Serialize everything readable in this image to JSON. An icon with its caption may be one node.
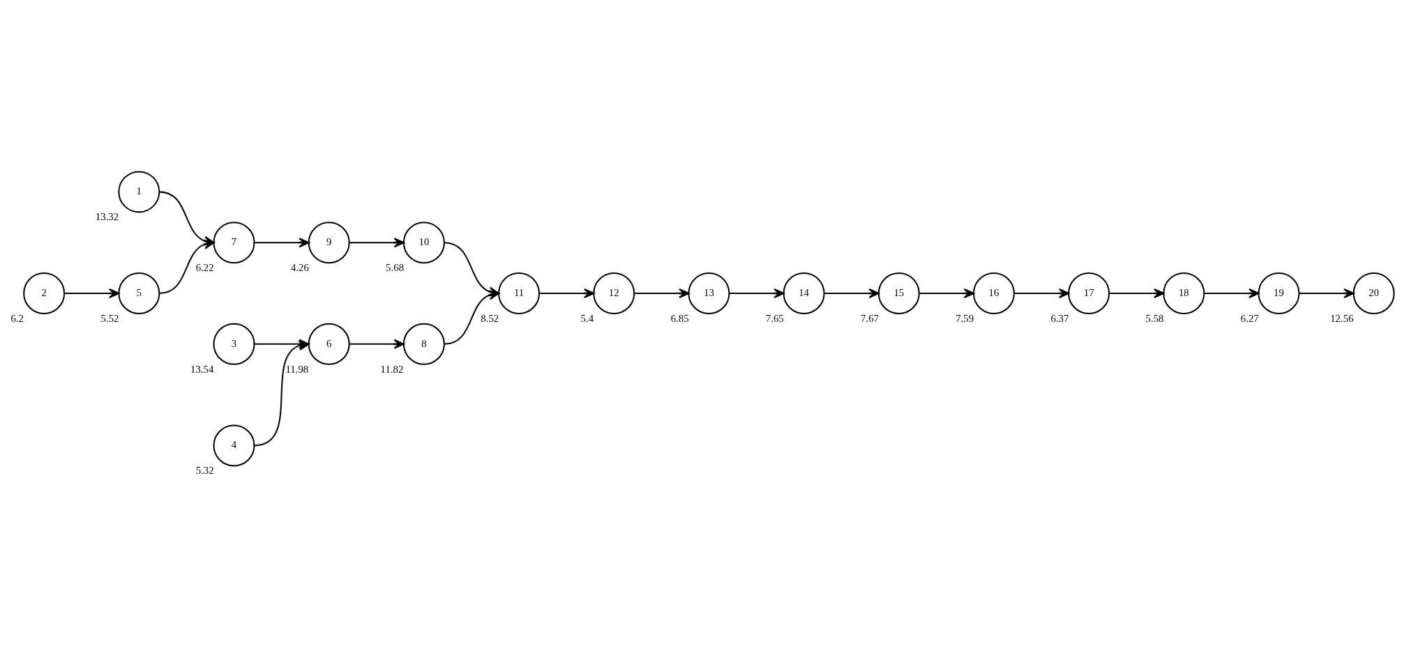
{
  "diagram": {
    "nodes": [
      {
        "text": [
          "1"
        ],
        "beside": [
          "13.32"
        ]
      },
      {
        "text": [
          "2"
        ],
        "beside": [
          "6.2"
        ]
      },
      {
        "text": [
          "3"
        ],
        "beside": [
          "13.54"
        ]
      },
      {
        "text": [
          "4"
        ],
        "beside": [
          "5.32"
        ]
      },
      {
        "text": [
          "5"
        ],
        "beside": [
          "5.52"
        ]
      },
      {
        "text": [
          "6"
        ],
        "beside": [
          "11.98"
        ]
      },
      {
        "text": [
          "7"
        ],
        "beside": [
          "6.22"
        ]
      },
      {
        "text": [
          "8"
        ],
        "beside": [
          "11.82"
        ]
      },
      {
        "text": [
          "9"
        ],
        "beside": [
          "4.26"
        ]
      },
      {
        "text": [
          "10"
        ],
        "beside": [
          "5.68"
        ]
      },
      {
        "text": [
          "11"
        ],
        "beside": [
          "8.52"
        ]
      },
      {
        "text": [
          "12"
        ],
        "beside": [
          "5.4"
        ]
      },
      {
        "text": [
          "13"
        ],
        "beside": [
          "6.85"
        ]
      },
      {
        "text": [
          "14"
        ],
        "beside": [
          "7.65"
        ]
      },
      {
        "text": [
          "15"
        ],
        "beside": [
          "7.67"
        ]
      },
      {
        "text": [
          "16"
        ],
        "beside": [
          "7.59"
        ]
      },
      {
        "text": [
          "17"
        ],
        "beside": [
          "6.37"
        ]
      },
      {
        "text": [
          "18"
        ],
        "beside": [
          "5.58"
        ]
      },
      {
        "text": [
          "19"
        ],
        "beside": [
          "6.27"
        ]
      },
      {
        "text": [
          "20"
        ],
        "beside": [
          "12.56"
        ]
      }
    ],
    "edges": [
      {
        "from": 0,
        "to": 6,
        "arrow": "to"
      },
      {
        "from": 1,
        "to": 4,
        "arrow": "to"
      },
      {
        "from": 4,
        "to": 6,
        "arrow": "to"
      },
      {
        "from": 6,
        "to": 8,
        "arrow": "to"
      },
      {
        "from": 8,
        "to": 9,
        "arrow": "to"
      },
      {
        "from": 9,
        "to": 10,
        "arrow": "to"
      },
      {
        "from": 2,
        "to": 5,
        "arrow": "to"
      },
      {
        "from": 3,
        "to": 5,
        "arrow": "to"
      },
      {
        "from": 5,
        "to": 7,
        "arrow": "to"
      },
      {
        "from": 7,
        "to": 10,
        "arrow": "to"
      },
      {
        "from": 10,
        "to": 11,
        "arrow": "to"
      },
      {
        "from": 11,
        "to": 12,
        "arrow": "to"
      },
      {
        "from": 12,
        "to": 13,
        "arrow": "to"
      },
      {
        "from": 13,
        "to": 14,
        "arrow": "to"
      },
      {
        "from": 14,
        "to": 15,
        "arrow": "to"
      },
      {
        "from": 15,
        "to": 16,
        "arrow": "to"
      },
      {
        "from": 16,
        "to": 17,
        "arrow": "to"
      },
      {
        "from": 17,
        "to": 18,
        "arrow": "to"
      },
      {
        "from": 18,
        "to": 19,
        "arrow": "to"
      }
    ]
  }
}
